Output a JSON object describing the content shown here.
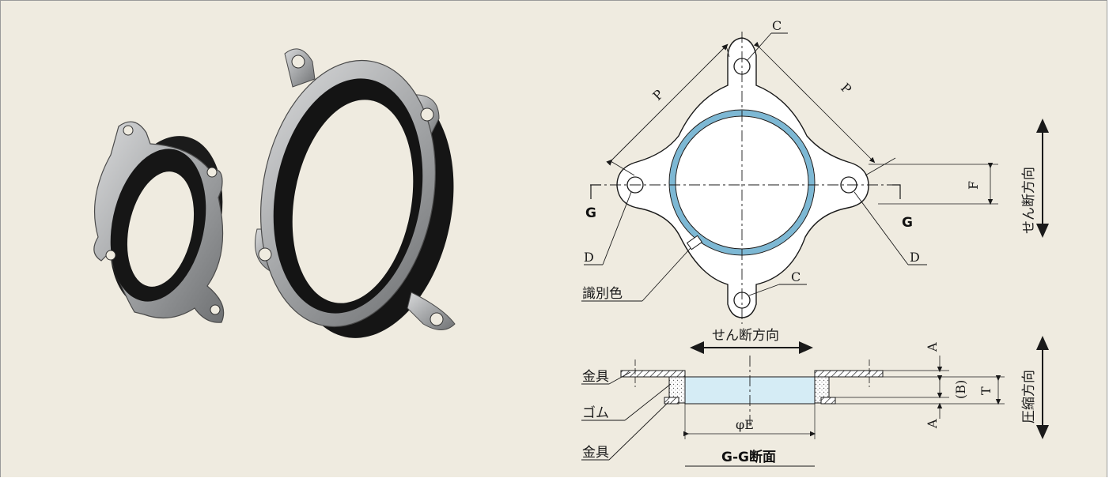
{
  "diagram": {
    "labels": {
      "C_top": "C",
      "C_bottom": "C",
      "P_left": "P",
      "P_right": "P",
      "F": "F",
      "G_left": "G",
      "G_right": "G",
      "D_left": "D",
      "D_right": "D",
      "identification_color": "識別色",
      "shear_direction_vertical": "せん断方向",
      "shear_direction_horizontal": "せん断方向",
      "compression_direction": "圧縮方向",
      "metal_fitting_top": "金具",
      "rubber": "ゴム",
      "metal_fitting_bottom": "金具",
      "A_top": "A",
      "A_bottom": "A",
      "B": "(B)",
      "T": "T",
      "phiE": "φE",
      "section_title": "G-G断面"
    }
  },
  "colors": {
    "background": "#efebe0",
    "rubber_fill": "#d5ecf5",
    "inner_ring": "#7db8d4",
    "metal": "#a9aaab",
    "line": "#1a1a1a"
  }
}
